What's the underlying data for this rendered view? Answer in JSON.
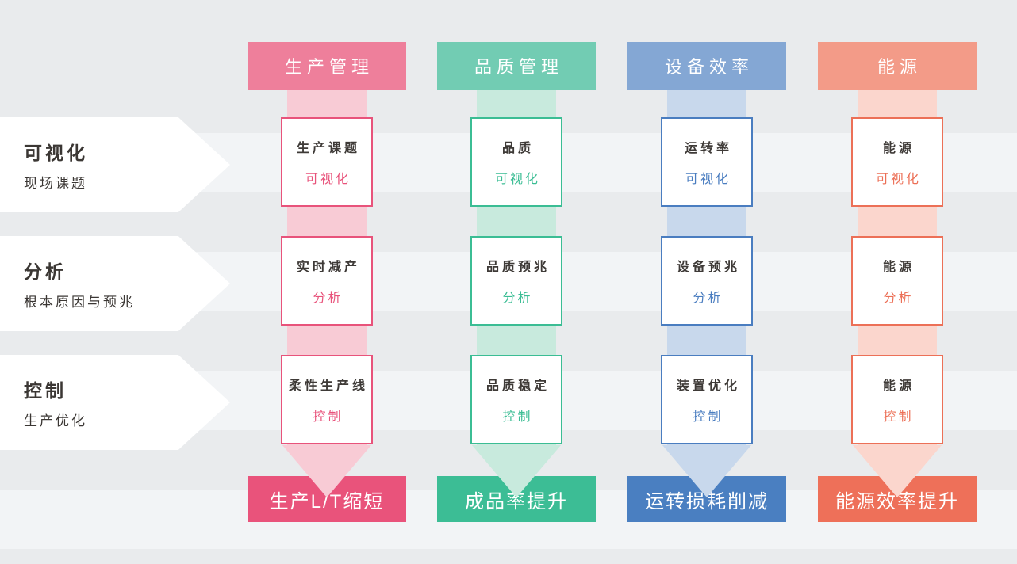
{
  "diagram": {
    "background": {
      "stripe_light": "#f2f4f6",
      "stripe_dark": "#e9ebed",
      "panel": "#ffffff",
      "text_dark": "#3b3734"
    },
    "rows": [
      {
        "title": "可视化",
        "subtitle": "现场课题"
      },
      {
        "title": "分析",
        "subtitle": "根本原因与预兆"
      },
      {
        "title": "控制",
        "subtitle": "生产优化"
      }
    ],
    "columns": [
      {
        "header": "生产管理",
        "result": "生产L/T缩短",
        "colors": {
          "header": "#ee7f9b",
          "shaft": "#f8cbd5",
          "accent": "#e8537b",
          "result": "#e9537b"
        },
        "cells": [
          {
            "title": "生产课题",
            "label": "可视化"
          },
          {
            "title": "实时减产",
            "label": "分析"
          },
          {
            "title": "柔性生产线",
            "label": "控制"
          }
        ]
      },
      {
        "header": "品质管理",
        "result": "成品率提升",
        "colors": {
          "header": "#72ccb3",
          "shaft": "#c8eadd",
          "accent": "#3bbd94",
          "result": "#3cbd95"
        },
        "cells": [
          {
            "title": "品质",
            "label": "可视化"
          },
          {
            "title": "品质预兆",
            "label": "分析"
          },
          {
            "title": "品质稳定",
            "label": "控制"
          }
        ]
      },
      {
        "header": "设备效率",
        "result": "运转损耗削减",
        "colors": {
          "header": "#84a7d4",
          "shaft": "#c8d8ec",
          "accent": "#4a7dc0",
          "result": "#4a7fc1"
        },
        "cells": [
          {
            "title": "运转率",
            "label": "可视化"
          },
          {
            "title": "设备预兆",
            "label": "分析"
          },
          {
            "title": "装置优化",
            "label": "控制"
          }
        ]
      },
      {
        "header": "能源",
        "result": "能源效率提升",
        "colors": {
          "header": "#f39b88",
          "shaft": "#fbd6cd",
          "accent": "#ec7057",
          "result": "#ee7059"
        },
        "cells": [
          {
            "title": "能源",
            "label": "可视化"
          },
          {
            "title": "能源",
            "label": "分析"
          },
          {
            "title": "能源",
            "label": "控制"
          }
        ]
      }
    ]
  }
}
